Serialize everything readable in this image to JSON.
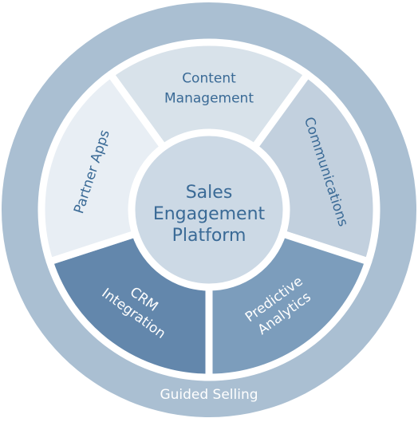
{
  "diagram": {
    "hub": {
      "lines": [
        "Sales",
        "Engagement",
        "Platform"
      ]
    },
    "outer_ring": {
      "label": "Guided Selling"
    },
    "segments": [
      {
        "id": "content-management",
        "lines": [
          "Content",
          "Management"
        ],
        "fill": "#d8e2ea",
        "text_color": "#3a6a96"
      },
      {
        "id": "communications",
        "lines": [
          "Communications"
        ],
        "fill": "#c2d0de",
        "text_color": "#3a6a96"
      },
      {
        "id": "predictive-analytics",
        "lines": [
          "Predictive",
          "Analytics"
        ],
        "fill": "#7c9dbc",
        "text_color": "#ffffff"
      },
      {
        "id": "crm-integration",
        "lines": [
          "CRM",
          "Integration"
        ],
        "fill": "#6387ac",
        "text_color": "#ffffff"
      },
      {
        "id": "partner-apps",
        "lines": [
          "Partner Apps"
        ],
        "fill": "#e8eef4",
        "text_color": "#3a6a96"
      }
    ],
    "colors": {
      "outer_ring": "#aabfd2",
      "hub_fill": "#ccd9e5",
      "divider": "#ffffff"
    }
  }
}
